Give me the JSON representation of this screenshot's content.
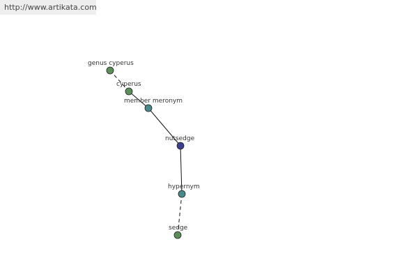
{
  "header": {
    "url": "http://www.artikata.com"
  },
  "graph": {
    "nodes": [
      {
        "id": "genus-cyperus",
        "label": "genus cyperus",
        "color": "#5a8f5a"
      },
      {
        "id": "cyperus",
        "label": "cyperus",
        "color": "#5a8f5a"
      },
      {
        "id": "member-meronym",
        "label": "member meronym",
        "color": "#4a8a8a"
      },
      {
        "id": "nutsedge",
        "label": "nutsedge",
        "color": "#3a3f8f"
      },
      {
        "id": "hypernym",
        "label": "hypernym",
        "color": "#4a8a8a"
      },
      {
        "id": "sedge",
        "label": "sedge",
        "color": "#5a8f5a"
      }
    ],
    "edges": [
      {
        "from": "genus-cyperus",
        "to": "cyperus",
        "style": "dashed"
      },
      {
        "from": "cyperus",
        "to": "member-meronym",
        "style": "solid"
      },
      {
        "from": "member-meronym",
        "to": "nutsedge",
        "style": "solid"
      },
      {
        "from": "nutsedge",
        "to": "hypernym",
        "style": "solid"
      },
      {
        "from": "hypernym",
        "to": "sedge",
        "style": "dashed"
      }
    ]
  }
}
